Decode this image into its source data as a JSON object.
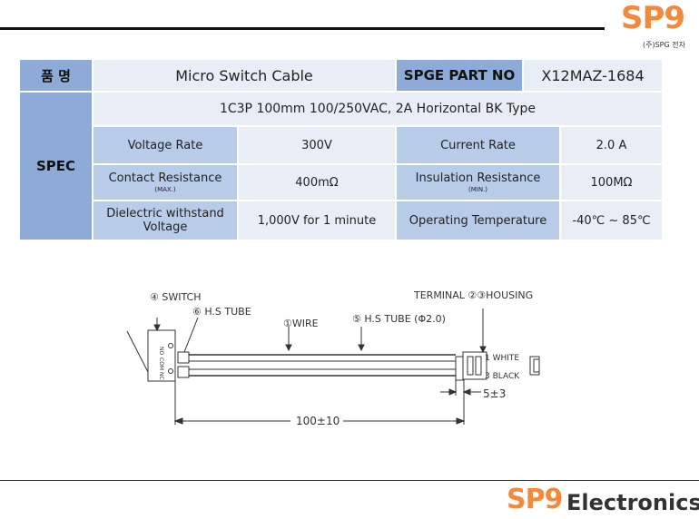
{
  "header": {
    "logo_mark": "SP9",
    "logo_sub": "(주)SPG 전자"
  },
  "table": {
    "name_label": "품  명",
    "product_name": "Micro Switch Cable",
    "part_label": "SPGE PART NO",
    "part_no": "X12MAZ-1684",
    "spec_label": "SPEC",
    "description": "1C3P 100mm 100/250VAC, 2A Horizontal BK Type",
    "rows": [
      {
        "l1": "Voltage Rate",
        "l1_sub": "",
        "v1": "300V",
        "l2": "Current Rate",
        "l2_sub": "",
        "v2": "2.0 A"
      },
      {
        "l1": "Contact Resistance",
        "l1_sub": "(MAX.)",
        "v1": "400mΩ",
        "l2": "Insulation Resistance",
        "l2_sub": "(MIN.)",
        "v2": "100MΩ"
      },
      {
        "l1": "Dielectric withstand Voltage",
        "l1_sub": "",
        "v1": "1,000V for 1 minute",
        "l2": "Operating Temperature",
        "l2_sub": "",
        "v2": "-40℃ ~ 85℃"
      }
    ]
  },
  "drawing": {
    "switch_label": "④ SWITCH",
    "hs_tube_label": "⑥ H.S TUBE",
    "wire_label": "①WIRE",
    "hs_tube2_label": "⑤ H.S TUBE (Φ2.0)",
    "terminal_label": "TERMINAL ②③HOUSING",
    "pin1_label": "1  WHITE",
    "pin3_label": "3  BLACK",
    "dim_small": "5±3",
    "dim_length": "100±10",
    "sw_no": "NO",
    "sw_com": "COM",
    "sw_nc": "NC"
  },
  "footer": {
    "logo_mark": "SP9",
    "logo_word": "Electronics"
  },
  "colors": {
    "brand": "#f08a3c",
    "header_cell": "#8eaad6",
    "label_cell": "#b8cbe8",
    "value_cell": "#e9eef6"
  }
}
